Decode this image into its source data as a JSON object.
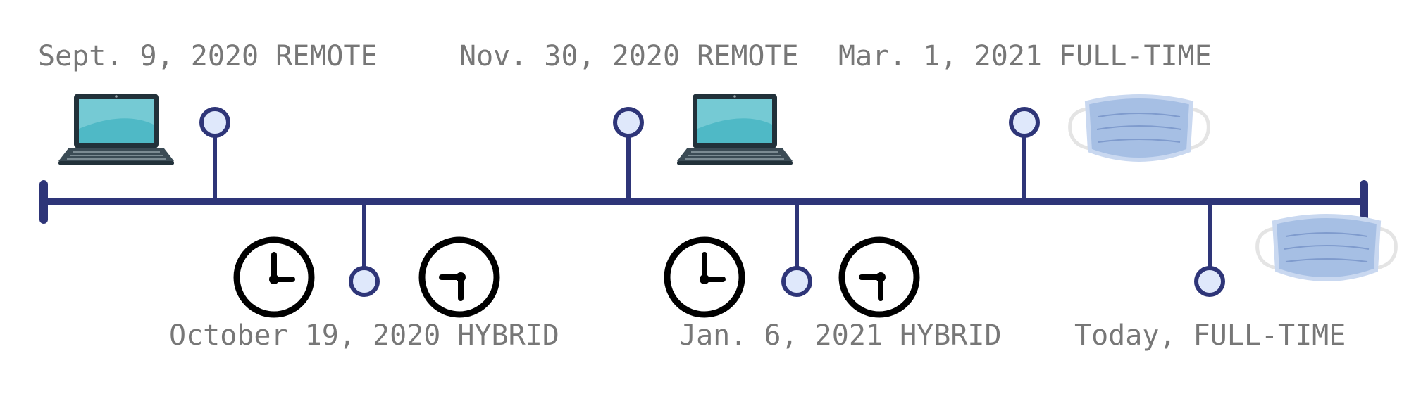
{
  "timeline": {
    "colors": {
      "axis": "#2e3578",
      "marker_fill": "#dfe8fb",
      "label": "#777777",
      "laptop_screen": "#4fb9c6",
      "laptop_frame": "#22313a",
      "mask": "#a6bfe4",
      "clock": "#000000"
    },
    "events": [
      {
        "label": "Sept. 9, 2020 REMOTE",
        "side": "above",
        "icon": "laptop-icon"
      },
      {
        "label": "October 19, 2020 HYBRID",
        "side": "below",
        "icon": "clock-icon"
      },
      {
        "label": "Nov. 30, 2020 REMOTE",
        "side": "above",
        "icon": "laptop-icon"
      },
      {
        "label": "Jan. 6, 2021 HYBRID",
        "side": "below",
        "icon": "clock-icon"
      },
      {
        "label": "Mar. 1, 2021 FULL-TIME",
        "side": "above",
        "icon": "face-mask-icon"
      },
      {
        "label": "Today, FULL-TIME",
        "side": "below",
        "icon": "face-mask-icon"
      }
    ]
  }
}
